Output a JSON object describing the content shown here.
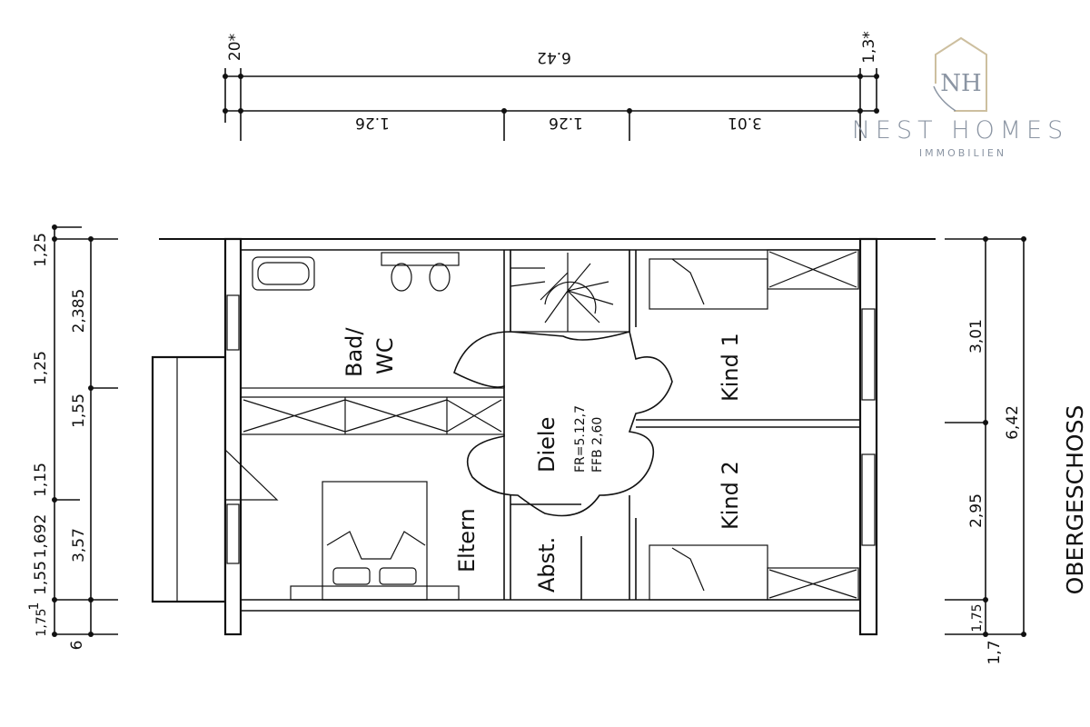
{
  "logo": {
    "monogram": "NH",
    "brand": "NEST HOMES",
    "subtitle": "IMMOBILIEN",
    "gold": "#cdbf9f",
    "grey": "#8b95a3"
  },
  "title": "OBERGESCHOSS",
  "top_dims": {
    "left_edge": "20*",
    "overall": "6.42",
    "right_edge": "1,3*",
    "segments": [
      "1.26",
      "1.26",
      "3.01"
    ]
  },
  "left_dims": {
    "outer": [
      "1,25",
      "1,25",
      "1,15",
      "1,55",
      "1,692",
      "1,75",
      "1"
    ],
    "inner": [
      "2,385",
      "1,55",
      "3,57"
    ],
    "bottom": "6"
  },
  "right_dims": {
    "inner": [
      "3,01",
      "2,95",
      "1,75"
    ],
    "overall": "6,42",
    "bottom": "1,7"
  },
  "rooms": {
    "bath": [
      "Bad/",
      "WC"
    ],
    "hall": "Diele",
    "hall_note1": "FR=5.12,7",
    "hall_note2": "FFB  2,60",
    "parents": "Eltern",
    "storage": "Abst.",
    "kid1": "Kind 1",
    "kid2": "Kind 2"
  }
}
